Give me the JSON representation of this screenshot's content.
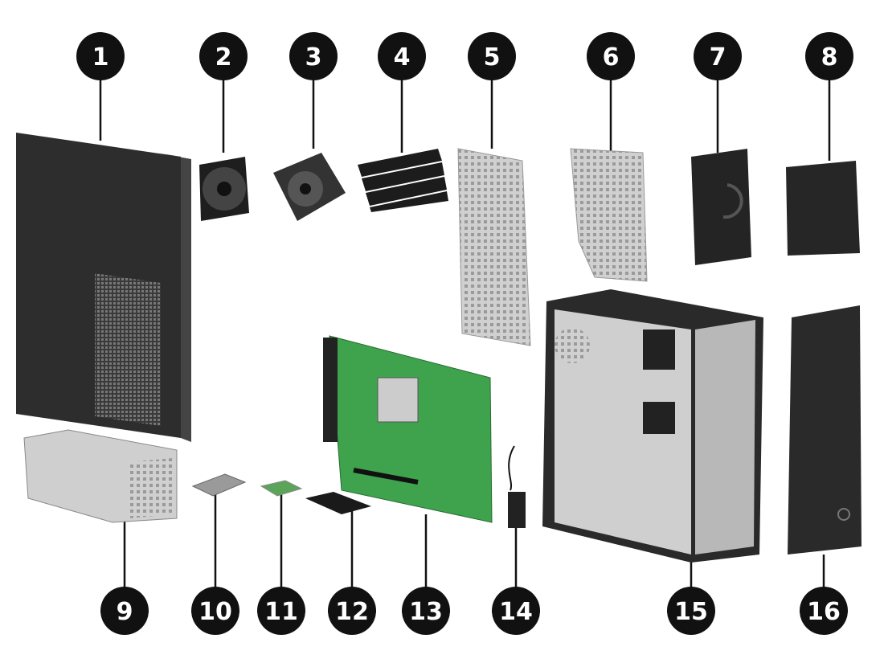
{
  "diagram": {
    "callouts": [
      "1",
      "2",
      "3",
      "4",
      "5",
      "6",
      "7",
      "8",
      "9",
      "10",
      "11",
      "12",
      "13",
      "14",
      "15",
      "16"
    ]
  },
  "colors": {
    "callout_fill": "#111111",
    "board_green": "#3fa34d",
    "panel_dark": "#2b2b2b",
    "metal": "#c8c8c8"
  }
}
